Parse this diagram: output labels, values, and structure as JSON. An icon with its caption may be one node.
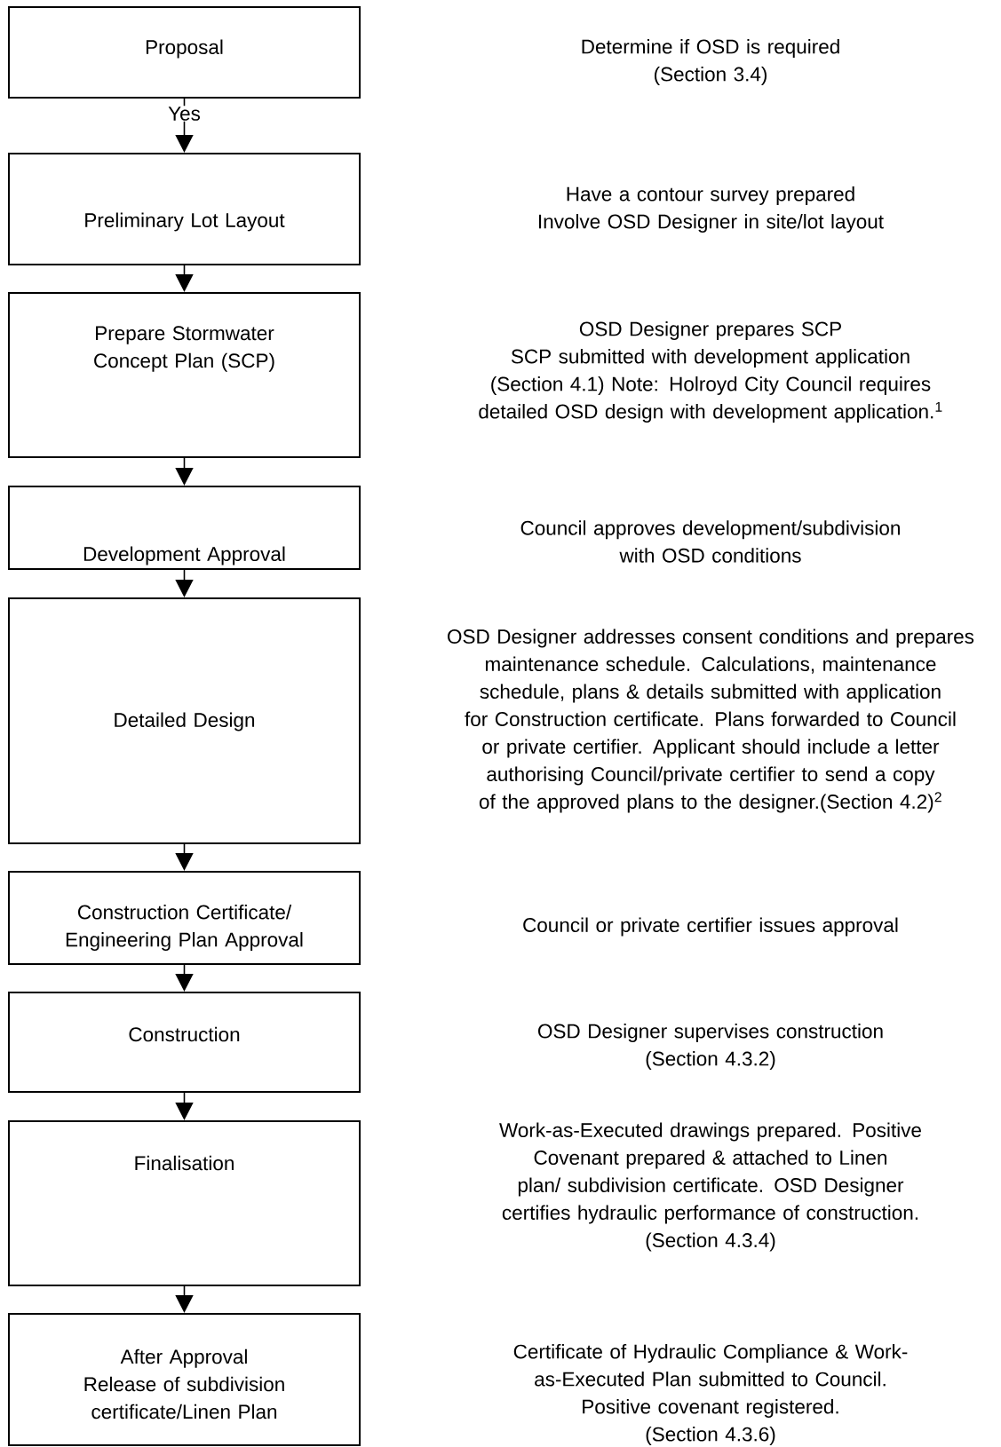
{
  "diagram": {
    "nodes": [
      {
        "text": [
          "Proposal"
        ]
      },
      {
        "text": [
          "Preliminary Lot Layout"
        ]
      },
      {
        "text": [
          "Prepare Stormwater Concept Plan (SCP)"
        ]
      },
      {
        "text": [
          "Development Approval"
        ]
      },
      {
        "text": [
          "Detailed Design"
        ]
      },
      {
        "text": [
          "Construction Certificate/ Engineering Plan Approval"
        ]
      },
      {
        "text": [
          "Construction"
        ]
      },
      {
        "text": [
          "Finalisation"
        ]
      },
      {
        "text": [
          "After Approval",
          "Release of subdivision certificate/Linen Plan"
        ]
      }
    ],
    "edges": [
      {
        "from": 0,
        "to": 1,
        "arrow": "to",
        "label": "Yes"
      },
      {
        "from": 1,
        "to": 2,
        "arrow": "to"
      },
      {
        "from": 2,
        "to": 3,
        "arrow": "to"
      },
      {
        "from": 3,
        "to": 4,
        "arrow": "to"
      },
      {
        "from": 4,
        "to": 5,
        "arrow": "to"
      },
      {
        "from": 5,
        "to": 6,
        "arrow": "to"
      },
      {
        "from": 6,
        "to": 7,
        "arrow": "to"
      },
      {
        "from": 7,
        "to": 8,
        "arrow": "to"
      }
    ],
    "labels": [
      "Determine if OSD is required",
      "(Section 3.4)",
      "Have a contour survey prepared",
      "Involve OSD Designer in site/lot layout",
      "OSD Designer prepares SCP",
      "SCP submitted with development application (Section 4.1) Note:  Holroyd City Council requires detailed OSD design with development application.$^{1}$",
      "Council approves development/subdivision with OSD conditions",
      "OSD Designer addresses consent conditions and prepares maintenance schedule. Calculations, maintenance schedule, plans & details submitted with application for Construction certificate.  Plans forwarded to Council or private certifier.  Applicant should include a letter authorising Council/private certifier to send a copy of the approved plans to the designer.(Section 4.2)$^{2}$",
      "Council or private certifier issues approval",
      "OSD Designer supervises construction",
      "(Section 4.3.2)",
      "Work-as-Executed drawings prepared.  Positive Covenant prepared & attached to Linen plan/ subdivision certificate.  OSD Designer certifies hydraulic performance of construction.",
      "(Section 4.3.4)",
      "Certificate of Hydraulic Compliance & Work-as-Executed Plan submitted to Council.",
      "Positive covenant registered.",
      "(Section 4.3.6)"
    ]
  }
}
